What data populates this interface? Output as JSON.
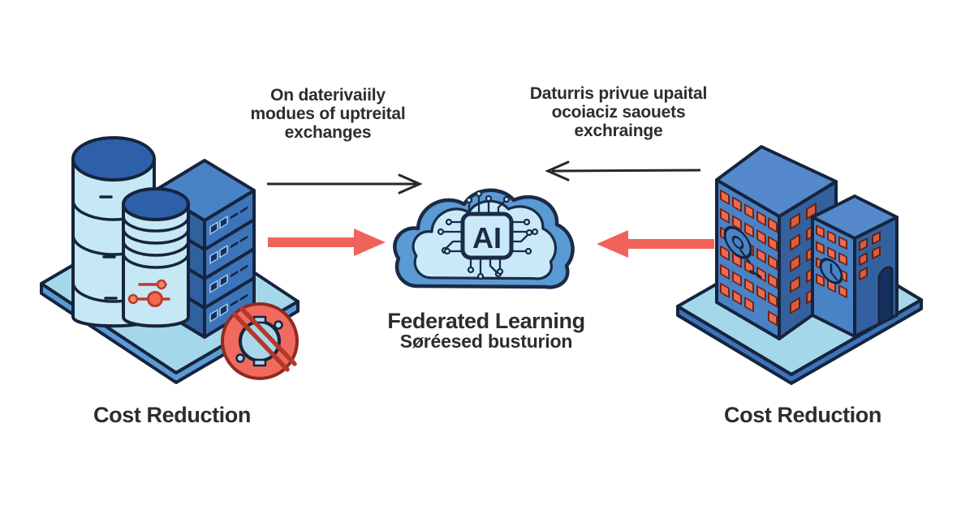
{
  "notes": {
    "left": {
      "lines": [
        "On daterivaiily",
        "modues of uptreital",
        "exchanges"
      ]
    },
    "right": {
      "lines": [
        "Daturris privue upaital",
        "ocoiaciz saouets",
        "exchrainge"
      ]
    }
  },
  "center": {
    "title": "Federated Learning",
    "subtitle": "Søréesed busturion",
    "chip_label": "AI"
  },
  "labels": {
    "left": "Cost Reduction",
    "right": "Cost Reduction"
  },
  "icons": {
    "ai_cloud": "cloud with AI circuit chip",
    "data_servers": "isometric database cylinders and server rack",
    "no_data_sharing": "red prohibition circle over gear",
    "office_buildings": "isometric office buildings with orange windows",
    "thin_arrow": "black line arrow",
    "red_arrow": "thick red block arrow"
  },
  "colors": {
    "accent_red": "#f0635a",
    "slash_red": "#b5372a",
    "blue_dark": "#2e5fa9",
    "blue_mid": "#4a82c6",
    "blue_side": "#33619f",
    "blue_light": "#a5d7ea",
    "blue_pale": "#c9e9f8",
    "outline_navy": "#16243d",
    "window_orange": "#ee6a4e",
    "text_dark": "#2d2d2d",
    "arrow_black": "#272727"
  }
}
